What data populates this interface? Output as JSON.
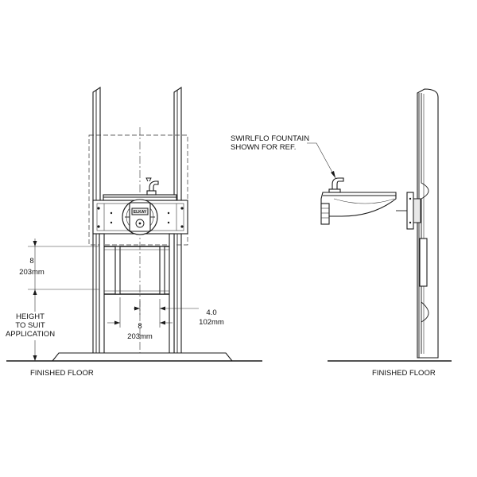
{
  "front_view": {
    "dim_height_in": "8",
    "dim_height_mm": "203mm",
    "height_label_1": "HEIGHT",
    "height_label_2": "TO SUIT",
    "height_label_3": "APPLICATION",
    "dim_offset_in": "4.0",
    "dim_offset_mm": "102mm",
    "dim_width_in": "8",
    "dim_width_mm": "203mm",
    "floor_label": "FINISHED FLOOR"
  },
  "side_view": {
    "callout_line_1": "SWIRLFLO FOUNTAIN",
    "callout_line_2": "SHOWN FOR REF.",
    "floor_label": "FINISHED FLOOR"
  },
  "logo_text": "ELKAY"
}
